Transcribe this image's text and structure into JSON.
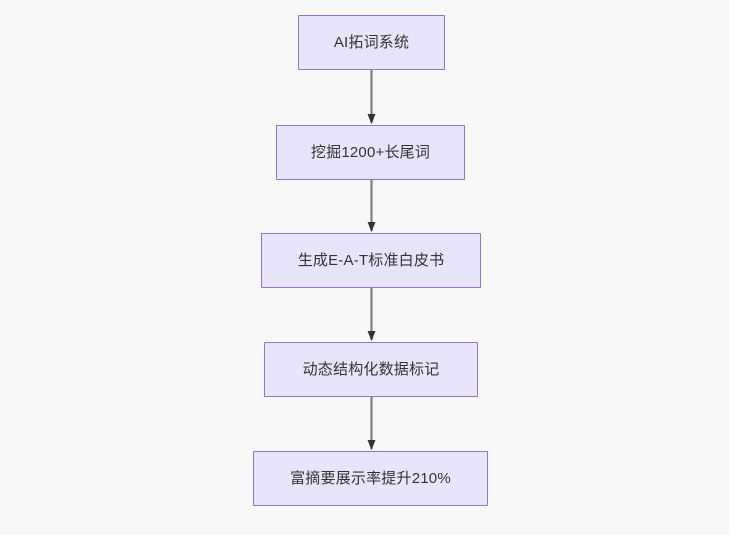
{
  "diagram": {
    "type": "flowchart",
    "direction": "top-to-bottom",
    "background_color": "#f8f8f8",
    "node_fill_color": "#e8e4fa",
    "node_border_color": "#9673c8",
    "node_text_color": "#333333",
    "edge_line_color": "#7f7f7f",
    "edge_arrow_color": "#333333",
    "nodes": [
      {
        "id": "node-1",
        "label": "AI拓词系统"
      },
      {
        "id": "node-2",
        "label": "挖掘1200+长尾词"
      },
      {
        "id": "node-3",
        "label": "生成E-A-T标准白皮书"
      },
      {
        "id": "node-4",
        "label": "动态结构化数据标记"
      },
      {
        "id": "node-5",
        "label": "富摘要展示率提升210%"
      }
    ],
    "edges": [
      {
        "id": "edge-1",
        "from": "node-1",
        "to": "node-2"
      },
      {
        "id": "edge-2",
        "from": "node-2",
        "to": "node-3"
      },
      {
        "id": "edge-3",
        "from": "node-3",
        "to": "node-4"
      },
      {
        "id": "edge-4",
        "from": "node-4",
        "to": "node-5"
      }
    ]
  }
}
